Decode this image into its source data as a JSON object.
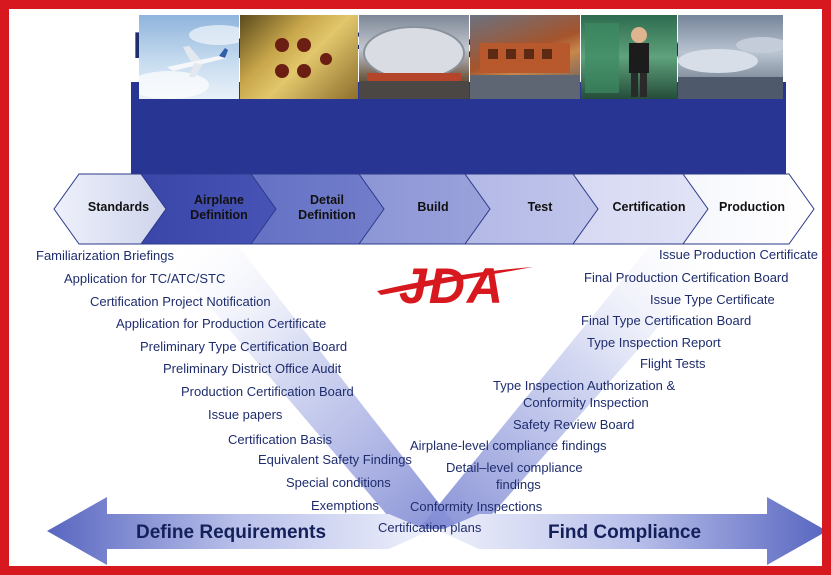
{
  "title": "Design and Production Approval",
  "logo_text": "JDA",
  "colors": {
    "frame": "#d7191f",
    "title": "#1f2d6e",
    "text": "#1f2d6e",
    "stage_dark": "#283593",
    "stage_light": "#ffffff"
  },
  "photos": [
    {
      "name": "airplane-in-flight-photo"
    },
    {
      "name": "airframe-part-photo"
    },
    {
      "name": "fuselage-assembly-photo"
    },
    {
      "name": "factory-floor-photo"
    },
    {
      "name": "engineer-inspection-photo"
    },
    {
      "name": "production-line-photo"
    }
  ],
  "stages": [
    {
      "line1": "Standards",
      "line2": ""
    },
    {
      "line1": "Airplane",
      "line2": "Definition"
    },
    {
      "line1": "Detail",
      "line2": "Definition"
    },
    {
      "line1": "Build",
      "line2": ""
    },
    {
      "line1": "Test",
      "line2": ""
    },
    {
      "line1": "Certification",
      "line2": ""
    },
    {
      "line1": "Production",
      "line2": ""
    }
  ],
  "define_items": [
    "Familiarization Briefings",
    "Application for TC/ATC/STC",
    "Certification Project Notification",
    "Application for Production Certificate",
    "Preliminary Type Certification Board",
    "Preliminary District Office Audit",
    "Production Certification Board",
    "Issue papers",
    "Certification Basis",
    "Equivalent Safety Findings",
    "Special conditions",
    "Exemptions",
    "Certification plans"
  ],
  "compliance_items": [
    "Issue Production Certificate",
    "Final Production Certification Board",
    "Issue Type Certificate",
    "Final Type Certification Board",
    "Type Inspection Report",
    "Flight Tests",
    "Type Inspection Authorization &",
    "Conformity Inspection",
    "Safety Review Board",
    "Airplane-level compliance findings",
    "Detail–level compliance",
    "findings",
    "Conformity Inspections"
  ],
  "left_arrow_label": "Define Requirements",
  "right_arrow_label": "Find Compliance"
}
